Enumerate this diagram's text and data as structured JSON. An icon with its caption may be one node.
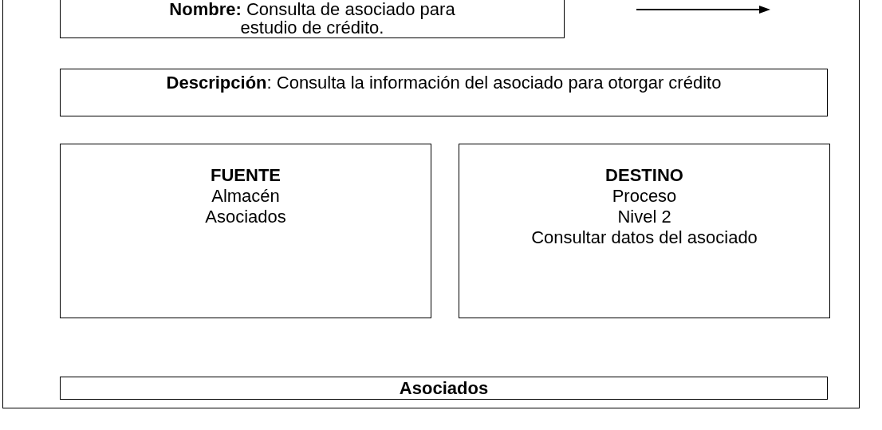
{
  "diagram": {
    "nodes": [
      {
        "text": [],
        "shape": "box"
      },
      {
        "text": [
          "**Nombre:** Consulta de asociado para estudio de crédito."
        ],
        "in": 0
      },
      {
        "text": [
          "**Descripción**: Consulta la información del asociado para otorgar crédito"
        ],
        "in": 0
      },
      {
        "text": [
          "FUENTE",
          "Almacén",
          "Asociados"
        ],
        "in": 0
      },
      {
        "text": [
          "DESTINO",
          "Proceso",
          "Nivel 2",
          "Consultar datos del asociado"
        ],
        "in": 0
      },
      {
        "text": [
          "Asociados"
        ],
        "in": 0
      }
    ]
  }
}
